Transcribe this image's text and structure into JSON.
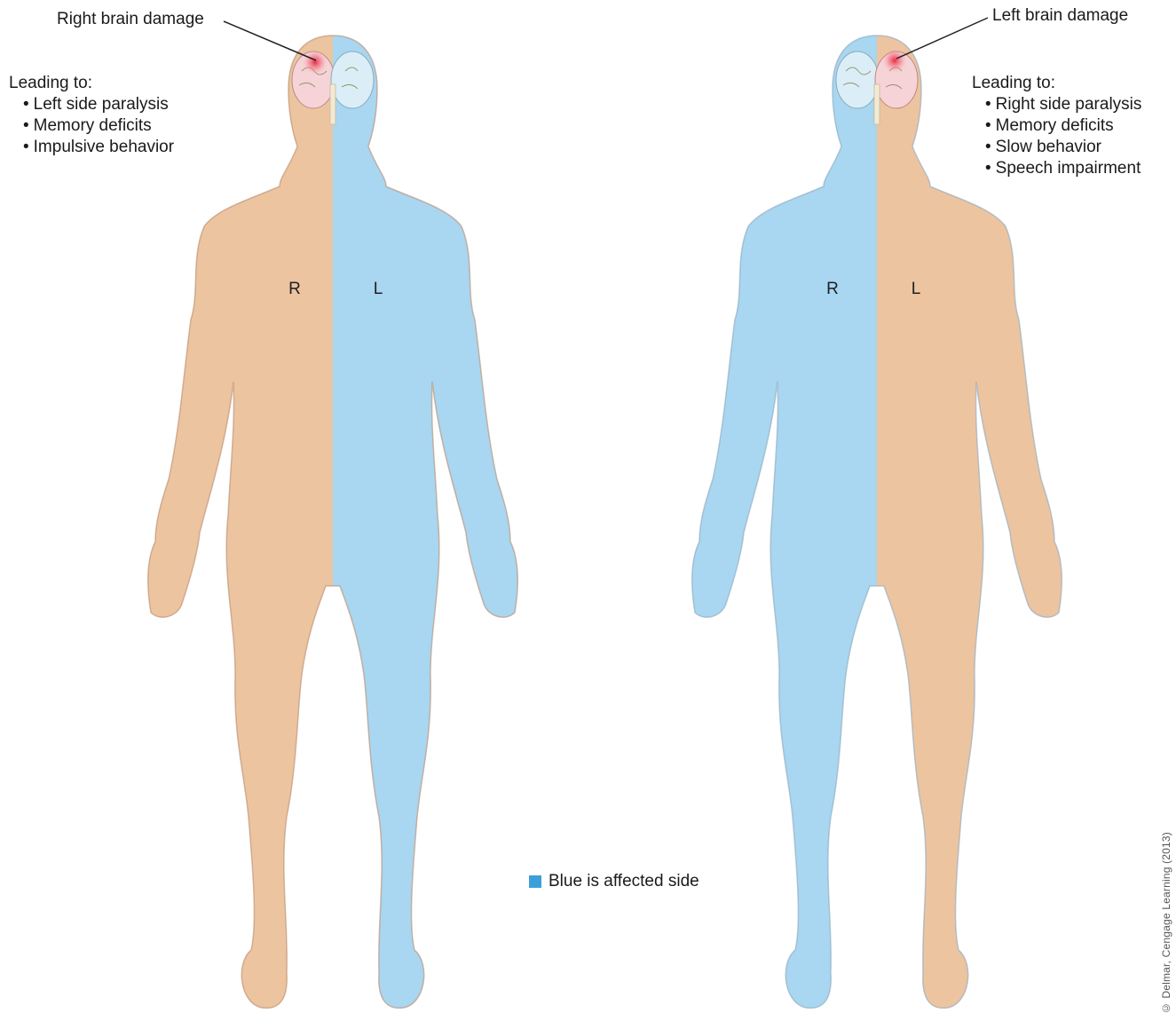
{
  "left_figure": {
    "callout": "Right brain damage",
    "leading_to": "Leading to:",
    "effects": [
      "Left side paralysis",
      "Memory deficits",
      "Impulsive behavior"
    ],
    "label_r": "R",
    "label_l": "L"
  },
  "right_figure": {
    "callout": "Left brain damage",
    "leading_to": "Leading to:",
    "effects": [
      "Right side paralysis",
      "Memory deficits",
      "Slow behavior",
      "Speech impairment"
    ],
    "label_r": "R",
    "label_l": "L"
  },
  "legend": {
    "text": "Blue is affected side"
  },
  "copyright": "© Delmar, Cengage Learning (2013)",
  "colors": {
    "affected": "#a9d6f0",
    "skin": "#edc4a0",
    "legend_swatch": "#3d9fd9",
    "lesion": "#e8213a"
  }
}
